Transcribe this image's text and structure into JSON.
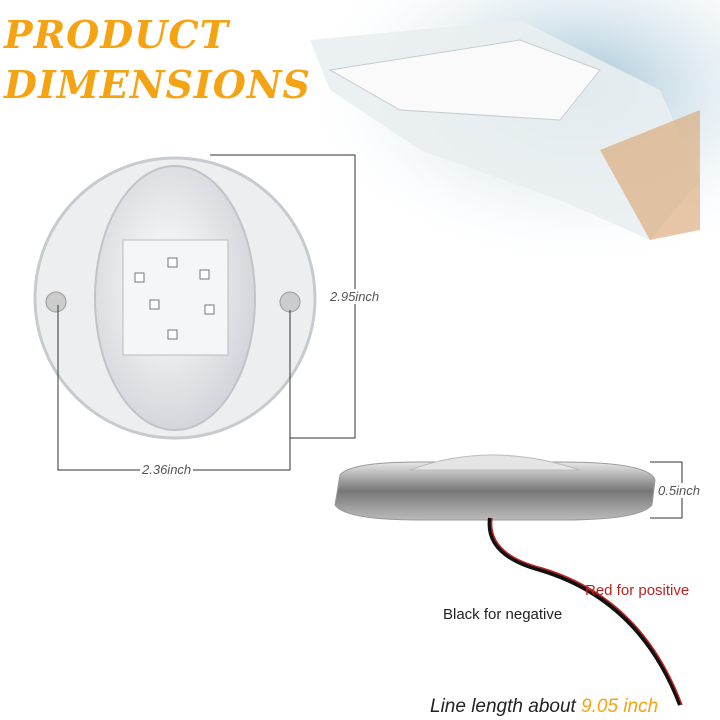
{
  "title": {
    "line1": "PRODUCT",
    "line2": "DIMENSIONS"
  },
  "dimensions": {
    "height": "2.95inch",
    "width": "2.36inch",
    "thickness": "0.5inch"
  },
  "wires": {
    "positive": "Red for positive",
    "negative": "Black for negative"
  },
  "line_length": {
    "prefix": "Line length about ",
    "value": "9.05 inch"
  },
  "colors": {
    "accent": "#f5a313",
    "positive": "#c0201f",
    "negative": "#222222"
  }
}
